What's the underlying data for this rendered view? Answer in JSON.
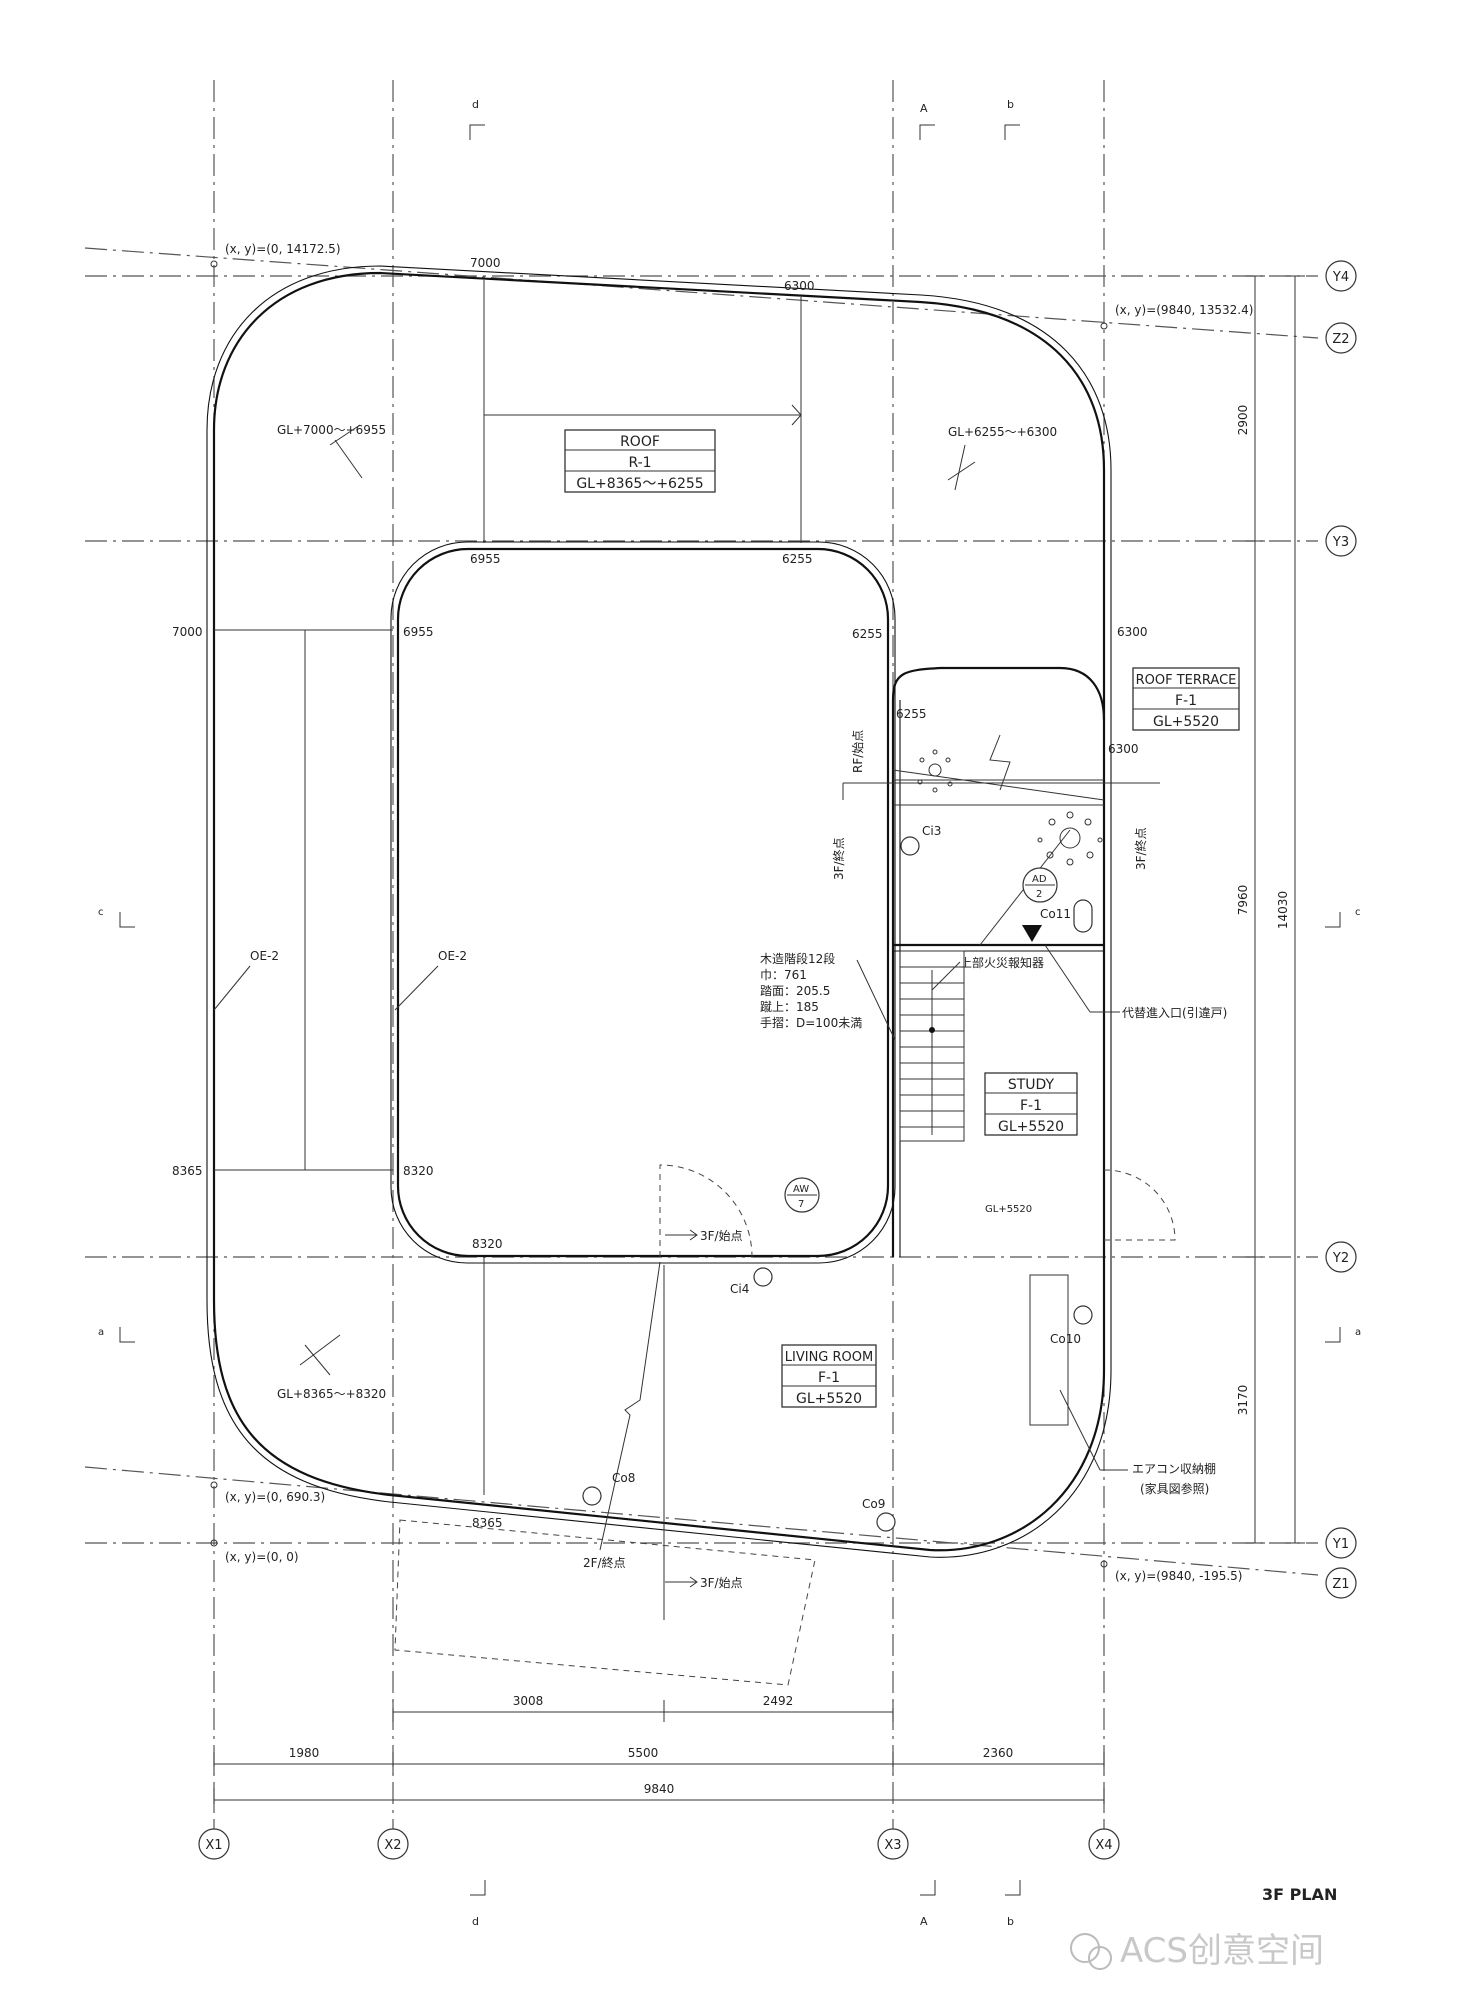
{
  "title": "3F PLAN",
  "watermark": "ACS创意空间",
  "grid_labels": {
    "x1": "X1",
    "x2": "X2",
    "x3": "X3",
    "x4": "X4",
    "y1": "Y1",
    "y2": "Y2",
    "y3": "Y3",
    "y4": "Y4",
    "z1": "Z1",
    "z2": "Z2"
  },
  "section_marks": {
    "a": "a",
    "b": "b",
    "c": "c",
    "d": "d",
    "A": "A"
  },
  "coordinates": {
    "top_left": "(x, y)=(0, 14172.5)",
    "top_right": "(x, y)=(9840, 13532.4)",
    "bottom_left_upper": "(x, y)=(0, 690.3)",
    "bottom_left": "(x, y)=(0, 0)",
    "bottom_right": "(x, y)=(9840, -195.5)"
  },
  "rooms": {
    "roof": {
      "name": "ROOF",
      "finish": "R-1",
      "level": "GL+8365～+6255"
    },
    "roof_terrace": {
      "name": "ROOF TERRACE",
      "finish": "F-1",
      "level": "GL+5520"
    },
    "study": {
      "name": "STUDY",
      "finish": "F-1",
      "level": "GL+5520"
    },
    "living_room": {
      "name": "LIVING ROOM",
      "finish": "F-1",
      "level": "GL+5520"
    }
  },
  "slopes": {
    "upper_left": "GL+7000～+6955",
    "upper_right": "GL+6255～+6300",
    "lower_left": "GL+8365～+8320",
    "study_floor": "GL+5520"
  },
  "elevations": {
    "e7000_top": "7000",
    "e6300_top": "6300",
    "e6955_a": "6955",
    "e6255_a": "6255",
    "e7000_left": "7000",
    "e6955_b": "6955",
    "e6255_b": "6255",
    "e6300_right": "6300",
    "e6255_c": "6255",
    "e6300_c": "6300",
    "e8365_left": "8365",
    "e8320_a": "8320",
    "e8320_b": "8320",
    "e8365_bottom": "8365"
  },
  "notes": {
    "oe_left": "OE-2",
    "oe_inner": "OE-2",
    "rf_start": "RF/始点",
    "f3_end_left": "3F/終点",
    "f3_end_right": "3F/終点",
    "f3_start_inner": "3F/始点",
    "f2_end": "2F/終点",
    "f3_start_bottom": "3F/始点",
    "stair_title": "木造階段12段",
    "stair_width": "巾：761",
    "stair_tread": "踏面：205.5",
    "stair_riser": "蹴上：185",
    "stair_rail": "手摺：D=100未満",
    "fire_alarm": "上部火災報知器",
    "alt_entry": "代替進入口(引違戸)",
    "ac_storage": "エアコン収納棚",
    "ac_ref": "(家具図参照)"
  },
  "tags": {
    "ci3": "Ci3",
    "ci4": "Ci4",
    "co8": "Co8",
    "co9": "Co9",
    "co10": "Co10",
    "co11": "Co11",
    "ad_top": "AD",
    "ad_bottom": "2",
    "aw_top": "AW",
    "aw_bottom": "7"
  },
  "dimensions": {
    "d3008": "3008",
    "d2492": "2492",
    "d1980": "1980",
    "d5500": "5500",
    "d2360": "2360",
    "d9840": "9840",
    "d2900": "2900",
    "d7960": "7960",
    "d3170": "3170",
    "d14030": "14030"
  }
}
